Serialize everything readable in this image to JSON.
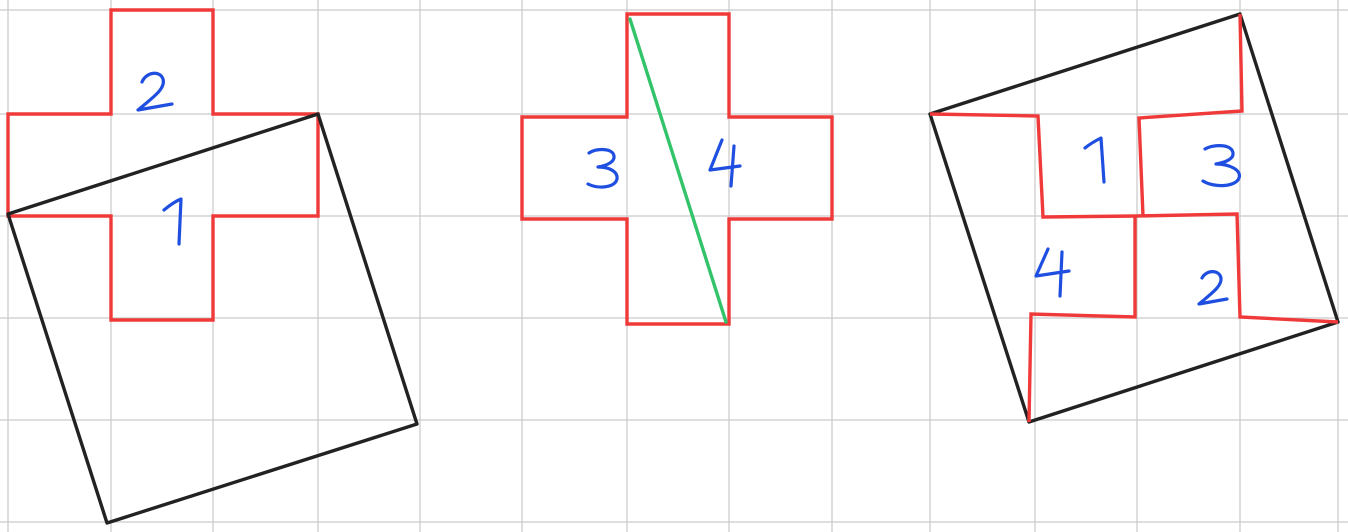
{
  "colors": {
    "background": "#ffffff",
    "grid": "#c9c9c9",
    "cross_outline": "#f03a3a",
    "square_outline": "#222222",
    "cut_line": "#33c36a",
    "digit_ink": "#1f4fe0"
  },
  "figures": [
    {
      "name": "figure-cross-over-square",
      "piece_labels": [
        "2",
        "1"
      ]
    },
    {
      "name": "figure-cross-with-cut",
      "piece_labels": [
        "3",
        "4"
      ]
    },
    {
      "name": "figure-square-assembled",
      "piece_labels": [
        "1",
        "3",
        "4",
        "2"
      ]
    }
  ]
}
